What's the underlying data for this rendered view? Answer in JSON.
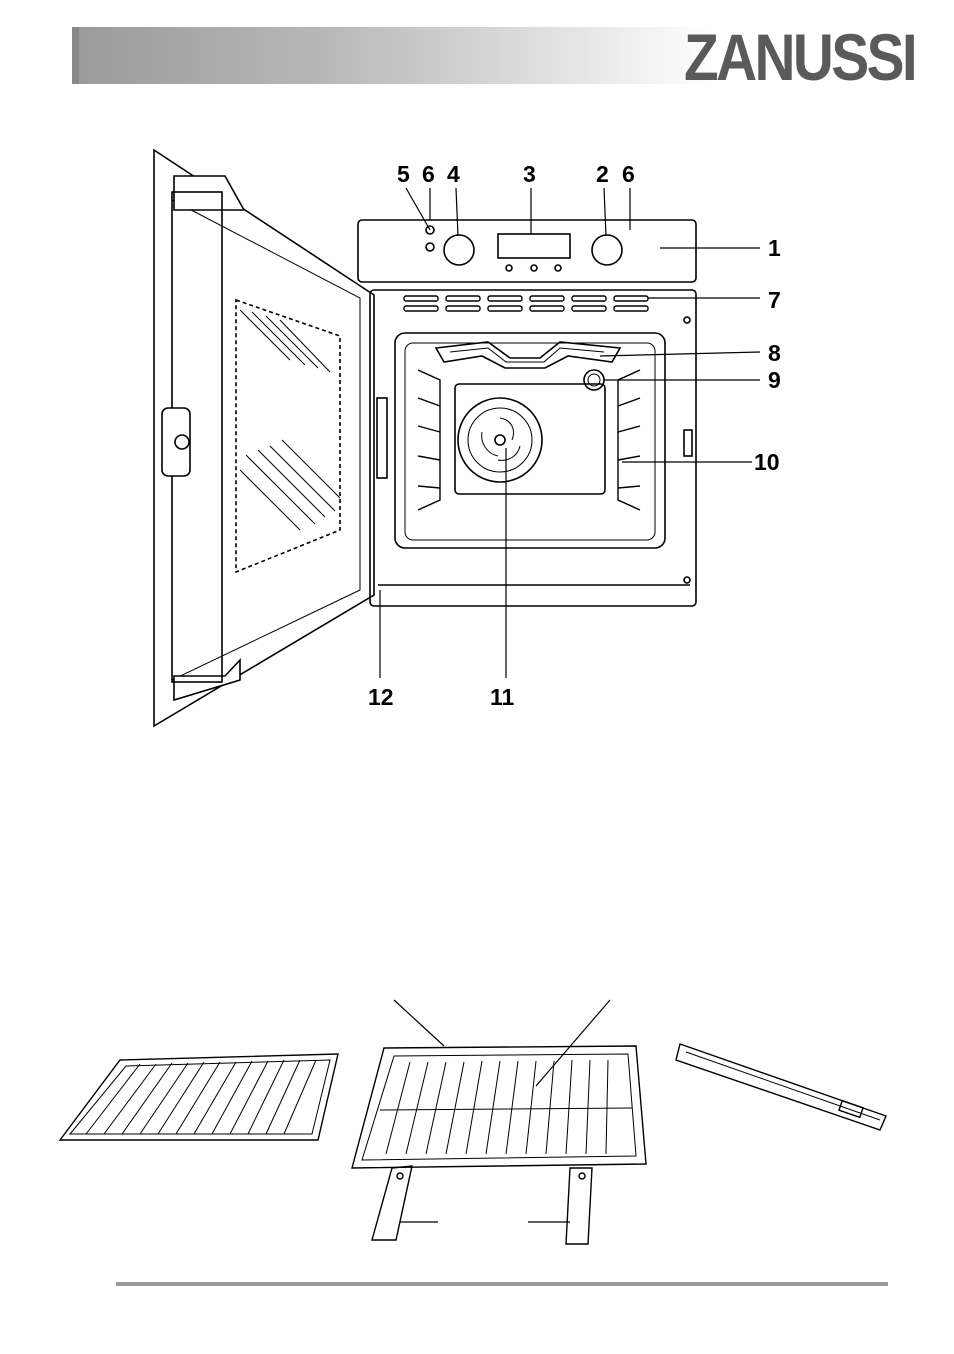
{
  "header": {
    "brand": "ZANUSSI"
  },
  "callouts": {
    "c1": "1",
    "c2": "2",
    "c3": "3",
    "c4": "4",
    "c5": "5",
    "c6a": "6",
    "c6b": "6",
    "c7": "7",
    "c8": "8",
    "c9": "9",
    "c10": "10",
    "c11": "11",
    "c12": "12"
  },
  "colors": {
    "header_dark": "#9a9a9a",
    "logo": "#5a5a5a",
    "line": "#000000"
  }
}
